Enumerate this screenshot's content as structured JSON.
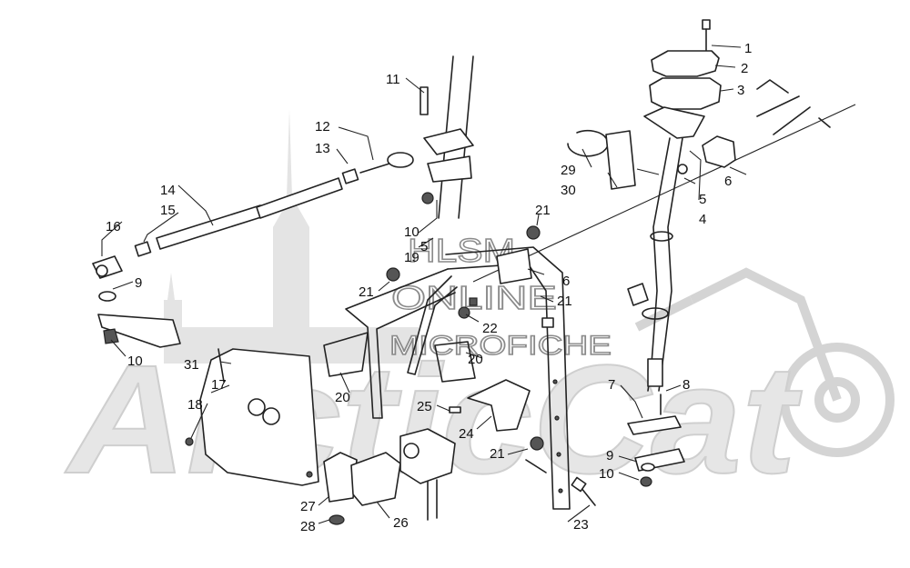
{
  "watermark": {
    "brand": "ArcticCat",
    "site_line1": "HLSM",
    "site_line2": "ONLINE",
    "site_line3": "MICROFICHE"
  },
  "callouts": [
    {
      "id": "c1",
      "text": "1"
    },
    {
      "id": "c2",
      "text": "2"
    },
    {
      "id": "c3",
      "text": "3"
    },
    {
      "id": "c4",
      "text": "4"
    },
    {
      "id": "c5a",
      "text": "5"
    },
    {
      "id": "c5b",
      "text": "5"
    },
    {
      "id": "c6a",
      "text": "6"
    },
    {
      "id": "c6b",
      "text": "6"
    },
    {
      "id": "c7",
      "text": "7"
    },
    {
      "id": "c8",
      "text": "8"
    },
    {
      "id": "c9a",
      "text": "9"
    },
    {
      "id": "c9b",
      "text": "9"
    },
    {
      "id": "c10a",
      "text": "10"
    },
    {
      "id": "c10b",
      "text": "10"
    },
    {
      "id": "c10c",
      "text": "10"
    },
    {
      "id": "c11",
      "text": "11"
    },
    {
      "id": "c12",
      "text": "12"
    },
    {
      "id": "c13",
      "text": "13"
    },
    {
      "id": "c14",
      "text": "14"
    },
    {
      "id": "c15",
      "text": "15"
    },
    {
      "id": "c16",
      "text": "16"
    },
    {
      "id": "c17",
      "text": "17"
    },
    {
      "id": "c18",
      "text": "18"
    },
    {
      "id": "c19",
      "text": "19"
    },
    {
      "id": "c20a",
      "text": "20"
    },
    {
      "id": "c20b",
      "text": "20"
    },
    {
      "id": "c21a",
      "text": "21"
    },
    {
      "id": "c21b",
      "text": "21"
    },
    {
      "id": "c21c",
      "text": "21"
    },
    {
      "id": "c21d",
      "text": "21"
    },
    {
      "id": "c22",
      "text": "22"
    },
    {
      "id": "c23",
      "text": "23"
    },
    {
      "id": "c24",
      "text": "24"
    },
    {
      "id": "c25",
      "text": "25"
    },
    {
      "id": "c26",
      "text": "26"
    },
    {
      "id": "c27",
      "text": "27"
    },
    {
      "id": "c28",
      "text": "28"
    },
    {
      "id": "c29",
      "text": "29"
    },
    {
      "id": "c30",
      "text": "30"
    },
    {
      "id": "c31",
      "text": "31"
    }
  ]
}
